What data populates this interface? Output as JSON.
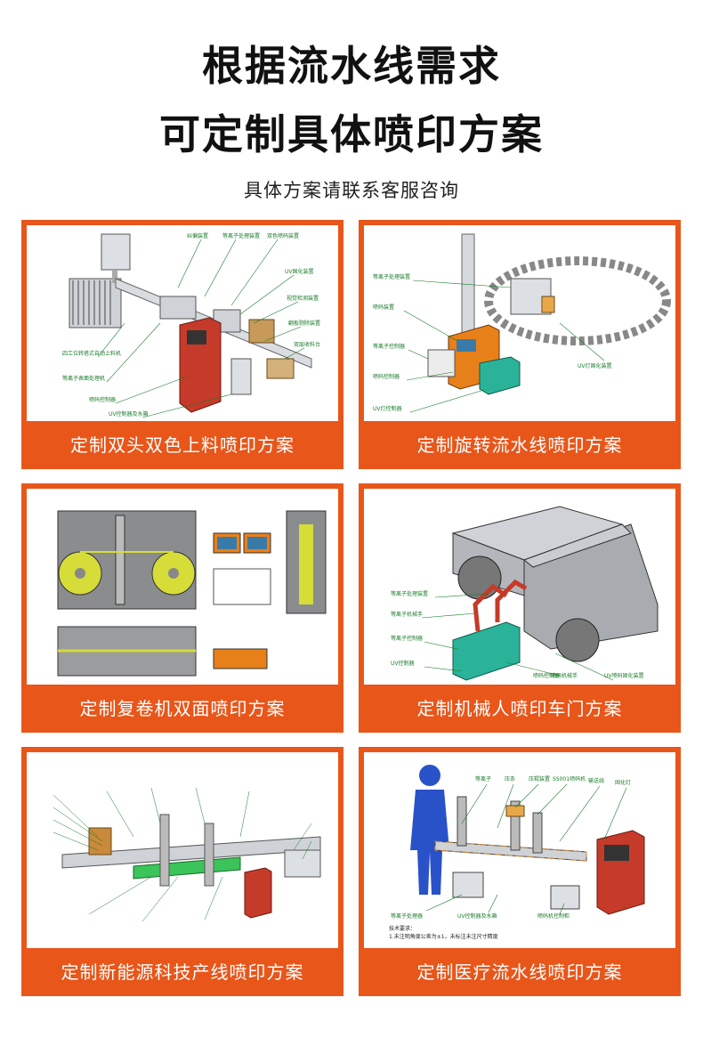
{
  "header": {
    "title_line1": "根据流水线需求",
    "title_line2": "可定制具体喷印方案",
    "subtitle": "具体方案请联系客服咨询"
  },
  "cards": [
    {
      "caption": "定制双头双色上料喷印方案",
      "labels": [
        "纠偏装置",
        "等离子处理装置",
        "双色喷码装置",
        "UV固化装置",
        "视觉检测装置",
        "翻板剔除装置",
        "双层收料台",
        "四工位转塔式自动上料机",
        "等离子表面处理机",
        "喷码控制器",
        "UV控制器及水箱"
      ]
    },
    {
      "caption": "定制旋转流水线喷印方案",
      "labels": [
        "等离子处理装置",
        "喷码装置",
        "等离子控制器",
        "喷码控制器",
        "UV灯控制器",
        "UV灯固化装置"
      ]
    },
    {
      "caption": "定制复卷机双面喷印方案",
      "labels": []
    },
    {
      "caption": "定制机械人喷印车门方案",
      "labels": [
        "等离子处理装置",
        "等离子机械手",
        "等离子控制器",
        "UV控制器",
        "喷码控制器",
        "喷码机械手",
        "UV喷码固化装置"
      ]
    },
    {
      "caption": "定制新能源科技产线喷印方案",
      "labels": []
    },
    {
      "caption": "定制医疗流水线喷印方案",
      "labels": [
        "等离子",
        "压条",
        "压辊装置",
        "SS001喷码机",
        "输送线",
        "固化灯",
        "等离子处理器",
        "UV控制器及水箱",
        "喷码机控制柜"
      ],
      "note_lines": [
        "技术要求：",
        "1.未注明角度公差为±1，未标注未注尺寸精度"
      ]
    }
  ],
  "colors": {
    "accent": "#e8561a",
    "cabinet_red": "#c63a2a",
    "machine_orange": "#e8801a",
    "machine_green": "#2bb39a",
    "human_blue": "#2a52c8",
    "label_green": "#1a7a2a"
  }
}
